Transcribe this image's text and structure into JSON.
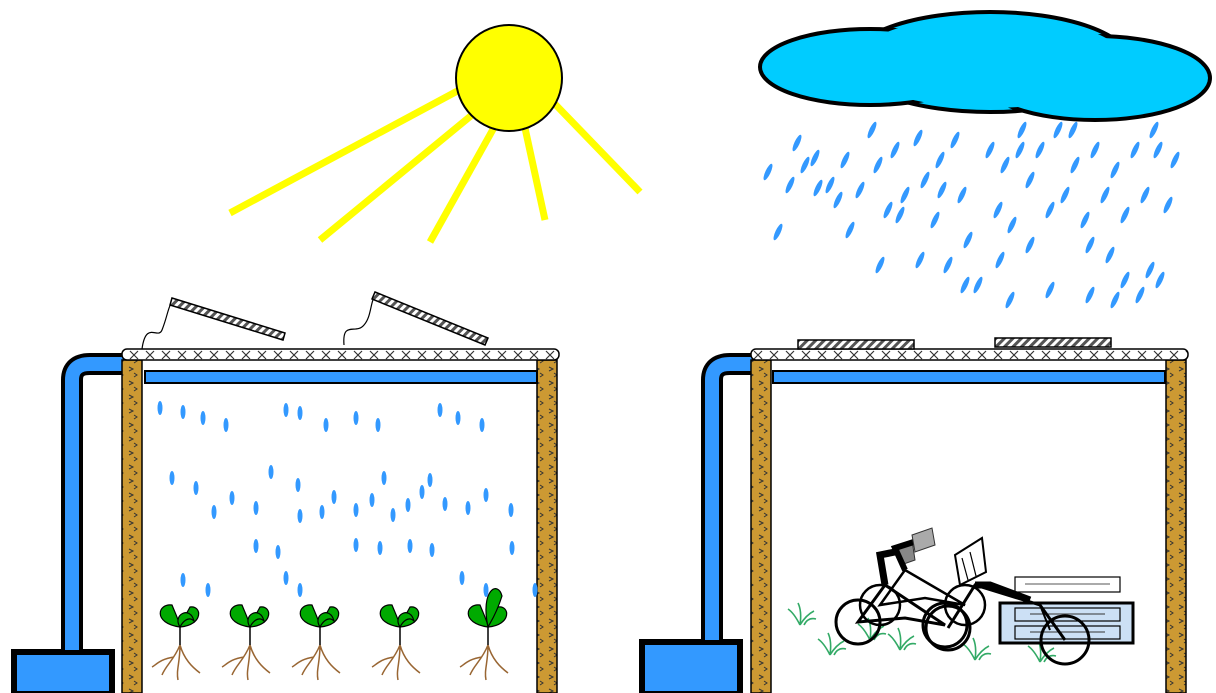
{
  "diagram": {
    "kind": "illustration",
    "text_labels": [],
    "left_panel": {
      "sky": "sun",
      "roof": "solar-panels-tilted",
      "interior": "misting-sprinklers-over-plants",
      "ground": "young-plants-with-roots"
    },
    "right_panel": {
      "sky": "rain-cloud",
      "roof": "solar-panels-flat",
      "interior": "recumbent-bicycles-parked",
      "ground": "grass-tufts"
    }
  },
  "colors": {
    "sun": "#ffff00",
    "sun_ray": "#ffff00",
    "cloud": "#00ccff",
    "water": "#3399ff",
    "drop": "#3399ff",
    "post": "#cc9933",
    "leaf": "#00aa00",
    "root": "#996633",
    "grass": "#33aa66",
    "crate": "#cce0f5",
    "outline": "#000000"
  },
  "icons": [
    "sun-icon",
    "cloud-icon",
    "solar-panel-icon",
    "rain-drop-icon",
    "plant-icon",
    "bicycle-icon",
    "crate-icon",
    "grass-icon",
    "water-tank-icon"
  ]
}
